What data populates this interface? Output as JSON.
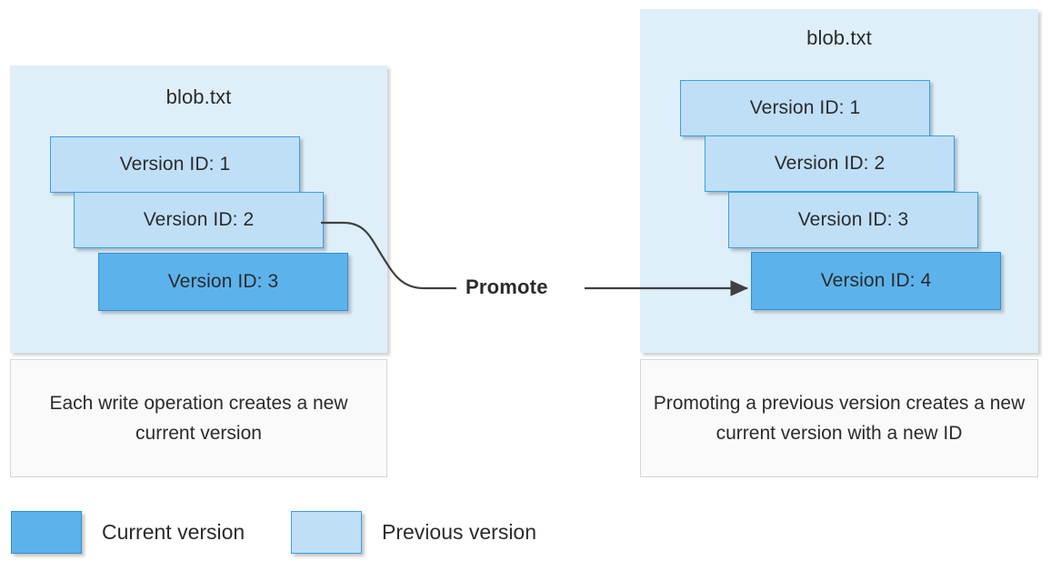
{
  "diagram": {
    "title_left": "blob.txt",
    "title_right": "blob.txt",
    "promote_label": "Promote",
    "colors": {
      "panel_background": "#deeffa",
      "previous_version_fill": "#bfdff7",
      "previous_version_border": "#37a0e6",
      "current_version_fill": "#5cb3ec",
      "current_version_border": "#2f8fd4",
      "caption_background": "#fafafa",
      "caption_border": "#d6d6d6",
      "connector_stroke": "#404040",
      "text": "#2b2b2b"
    }
  },
  "left_panel": {
    "title": "blob.txt",
    "versions": [
      {
        "label": "Version ID: 1",
        "state": "previous"
      },
      {
        "label": "Version ID: 2",
        "state": "previous"
      },
      {
        "label": "Version ID: 3",
        "state": "current"
      }
    ],
    "caption": "Each write operation creates a new current version"
  },
  "right_panel": {
    "title": "blob.txt",
    "versions": [
      {
        "label": "Version ID: 1",
        "state": "previous"
      },
      {
        "label": "Version ID: 2",
        "state": "previous"
      },
      {
        "label": "Version ID: 3",
        "state": "previous"
      },
      {
        "label": "Version ID: 4",
        "state": "current"
      }
    ],
    "caption": "Promoting a previous version creates a new current version with a new ID"
  },
  "legend": {
    "items": [
      {
        "label": "Current version",
        "swatch": "#5cb3ec"
      },
      {
        "label": "Previous version",
        "swatch": "#bfdff7"
      }
    ]
  }
}
